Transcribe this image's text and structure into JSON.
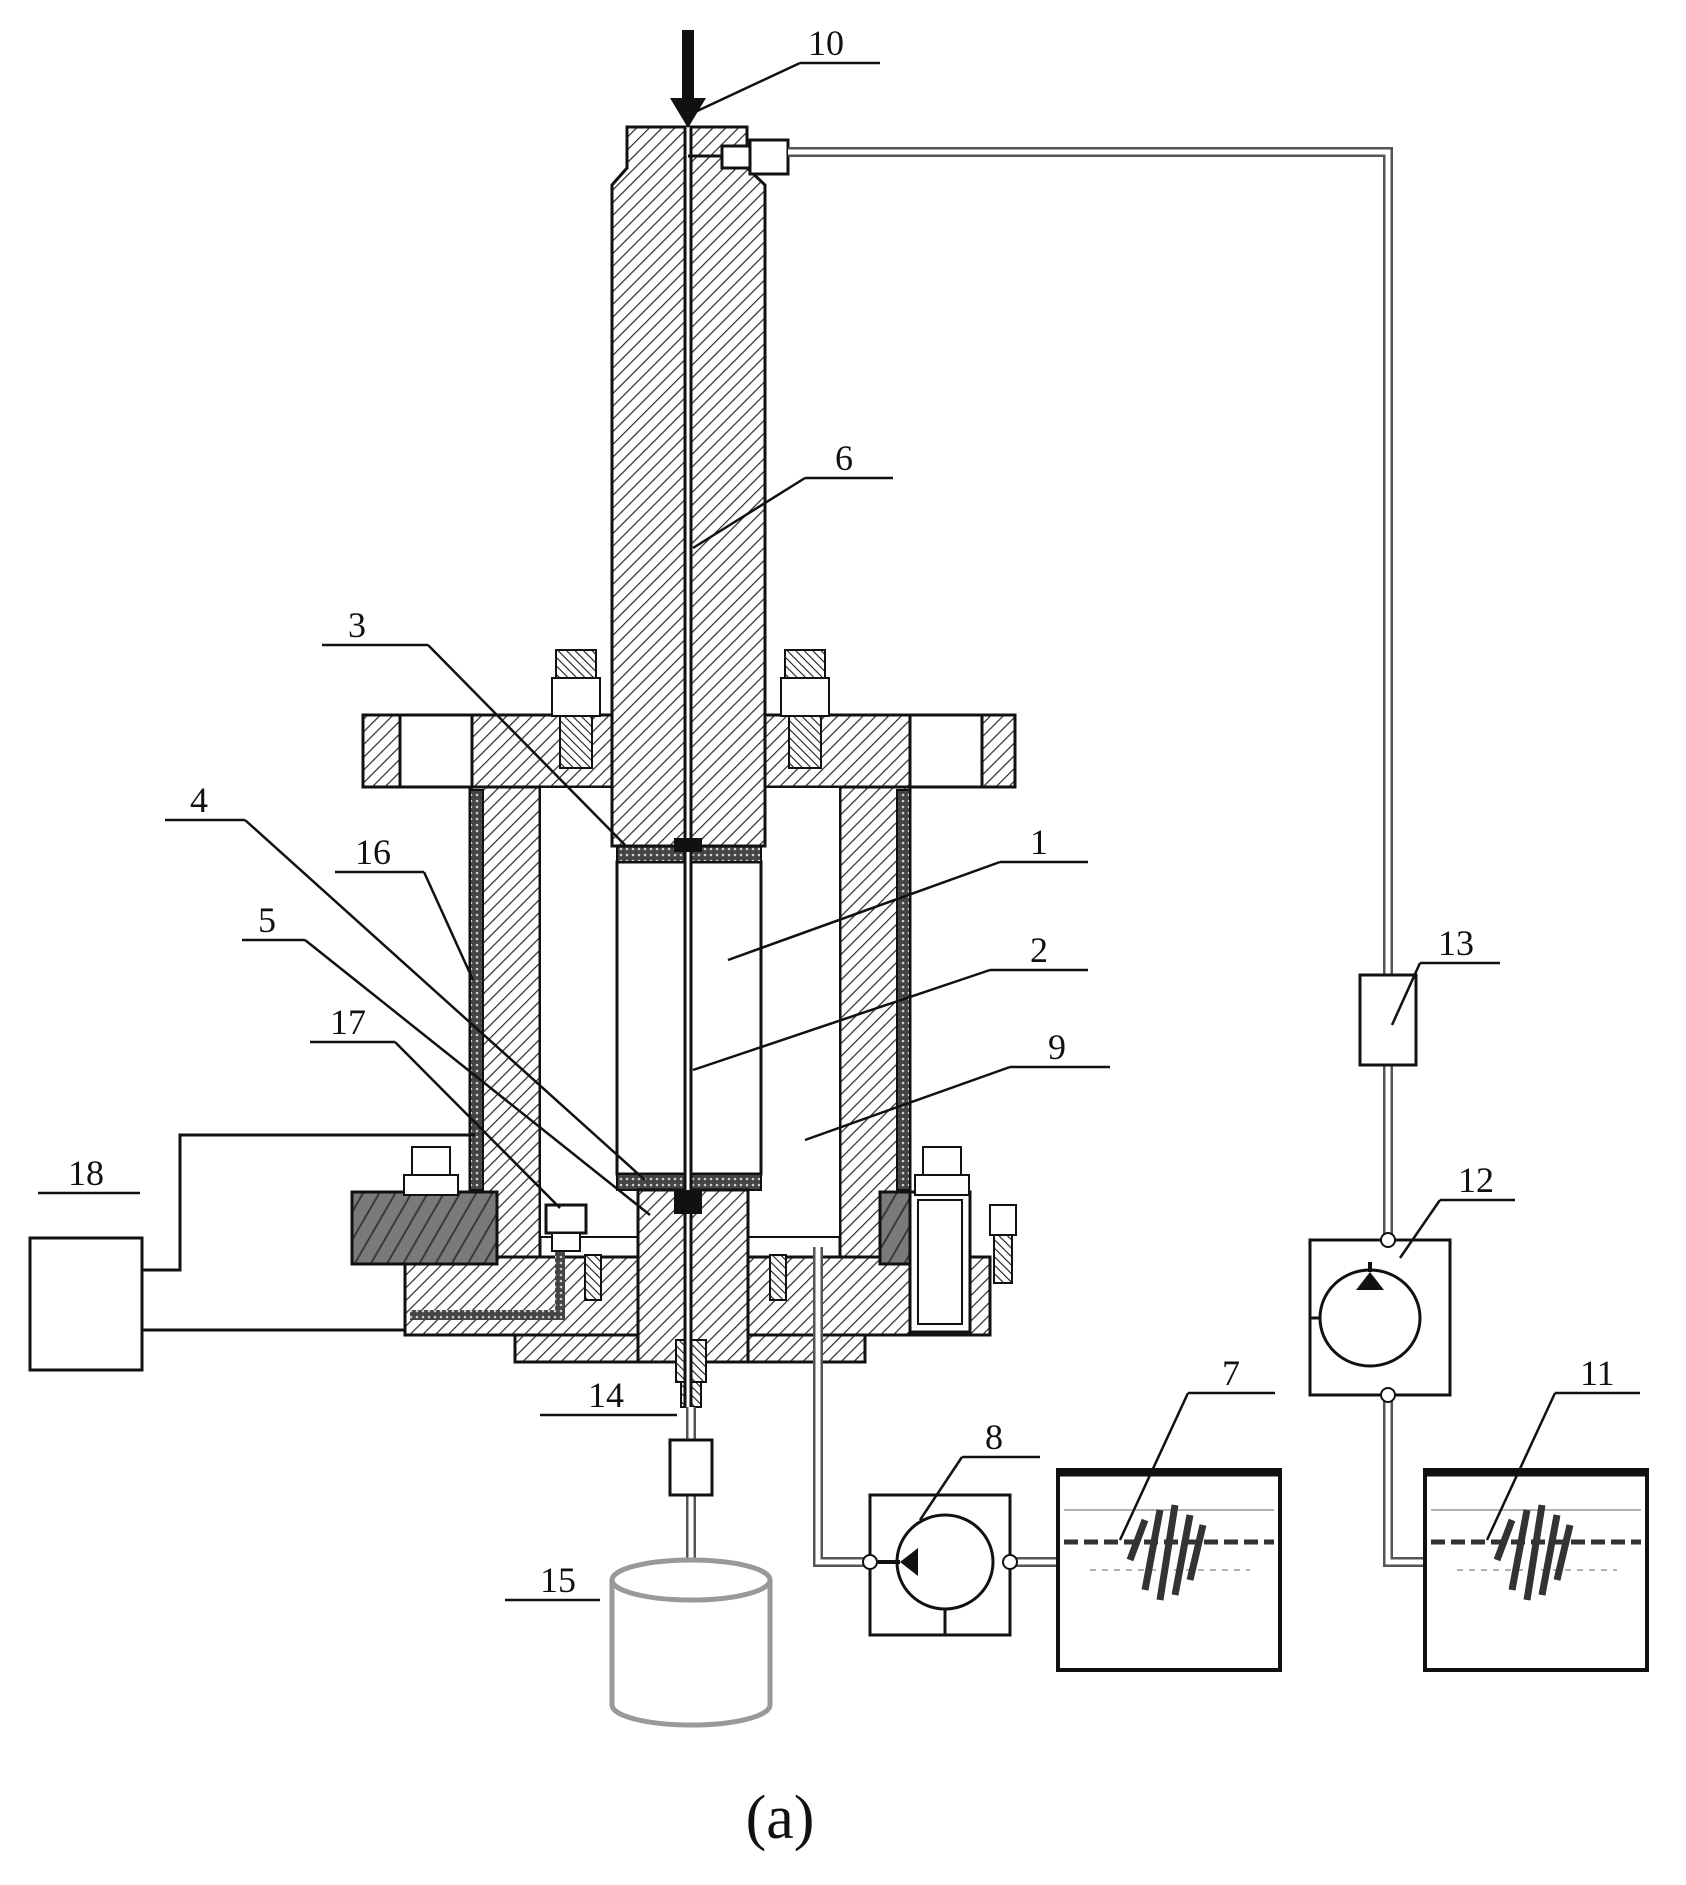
{
  "figure": {
    "caption": "(a)",
    "callouts": [
      {
        "id": "1",
        "label": "1"
      },
      {
        "id": "2",
        "label": "2"
      },
      {
        "id": "3",
        "label": "3"
      },
      {
        "id": "4",
        "label": "4"
      },
      {
        "id": "5",
        "label": "5"
      },
      {
        "id": "6",
        "label": "6"
      },
      {
        "id": "7",
        "label": "7"
      },
      {
        "id": "8",
        "label": "8"
      },
      {
        "id": "9",
        "label": "9"
      },
      {
        "id": "10",
        "label": "10"
      },
      {
        "id": "11",
        "label": "11"
      },
      {
        "id": "12",
        "label": "12"
      },
      {
        "id": "13",
        "label": "13"
      },
      {
        "id": "14",
        "label": "14"
      },
      {
        "id": "15",
        "label": "15"
      },
      {
        "id": "16",
        "label": "16"
      },
      {
        "id": "17",
        "label": "17"
      },
      {
        "id": "18",
        "label": "18"
      }
    ]
  }
}
